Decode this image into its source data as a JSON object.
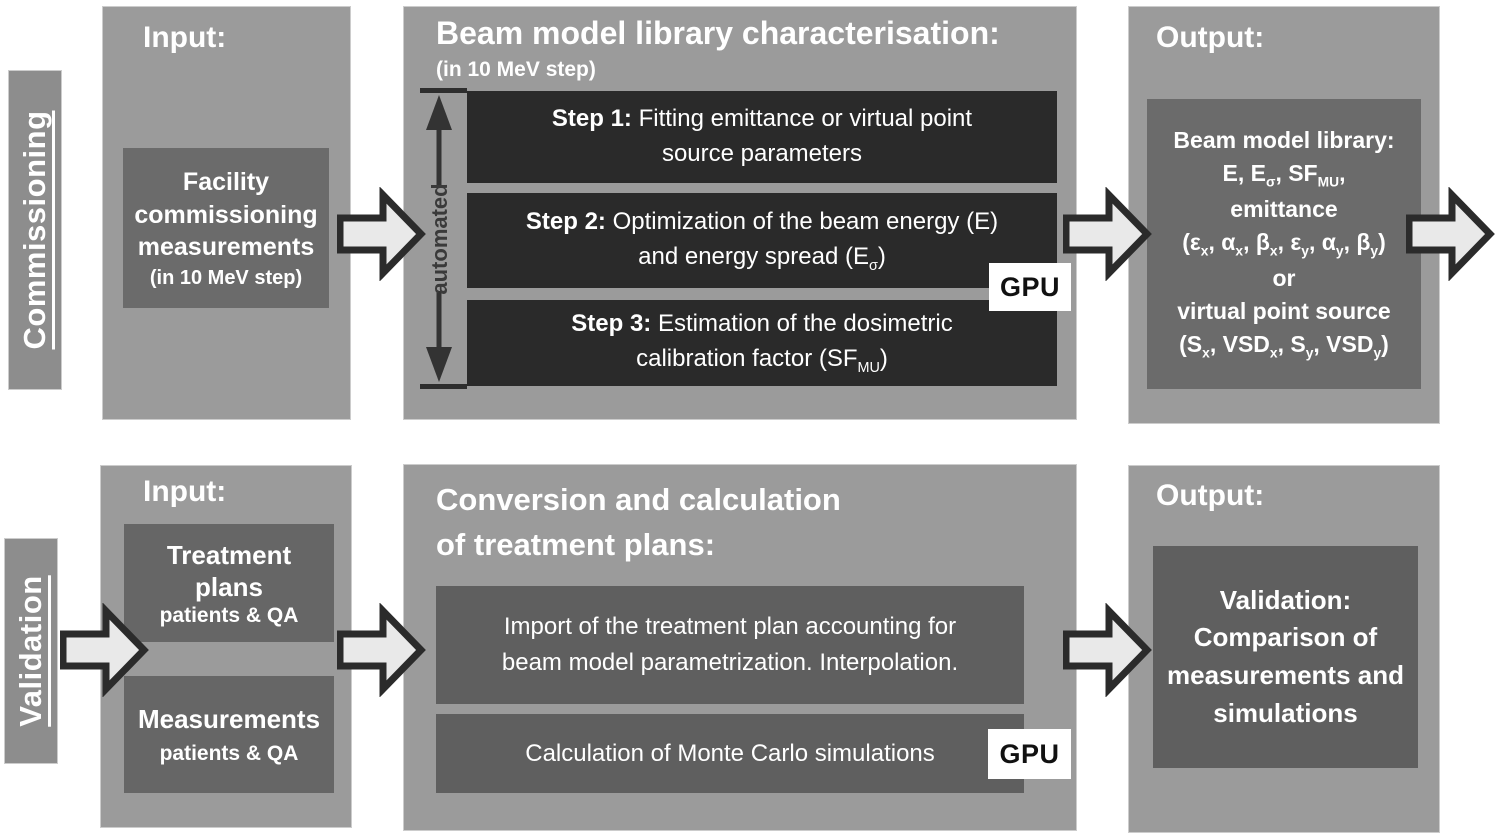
{
  "colors": {
    "background": "#ffffff",
    "panel_gray": "#9b9b9b",
    "side_bar_gray": "#8d8d8d",
    "inner_box_medium_gray": "#6b6b6b",
    "inner_box_dark_gray": "#5f5f5f",
    "step_box_near_black": "#2a2a2a",
    "arrow_fill": "#e9e9e9",
    "arrow_stroke": "#2b2b2b",
    "gpu_badge_bg": "#ffffff",
    "gpu_badge_text": "#111111",
    "text_light": "#ffffff",
    "automated_text": "#3a3a3a"
  },
  "commissioning": {
    "side_label": "Commissioning",
    "input": {
      "title": "Input:",
      "box_main": "Facility\ncommissioning\nmeasurements",
      "box_note": "(in 10 MeV step)"
    },
    "process": {
      "title": "Beam model library characterisation:",
      "subtitle": "(in 10 MeV step)",
      "automated_label": "automated",
      "steps": [
        "**Step 1:** Fitting emittance or virtual point\nsource parameters",
        "**Step 2:** Optimization of the beam energy (E)\nand energy spread (E{σ})",
        "**Step 3:** Estimation of the dosimetric\ncalibration factor (SF{MU})"
      ],
      "gpu_badge": "GPU"
    },
    "output": {
      "title": "Output:",
      "box_text": "Beam model library:\nE, E{σ}, SF{MU},\nemittance\n(ε{x}, α{x}, β{x}, ε{y}, α{y}, β{y})\nor\nvirtual point source\n(S{x}, VSD{x}, S{y}, VSD{y})"
    }
  },
  "validation": {
    "side_label": "Validation",
    "input": {
      "title": "Input:",
      "boxes": [
        {
          "main": "Treatment\nplans",
          "note": "patients & QA"
        },
        {
          "main": "Measurements",
          "note": "patients & QA"
        }
      ]
    },
    "process": {
      "title": "Conversion and calculation\nof treatment plans:",
      "boxes": [
        "Import of the treatment plan accounting for\nbeam model parametrization. Interpolation.",
        "Calculation of Monte Carlo simulations"
      ],
      "gpu_badge": "GPU"
    },
    "output": {
      "title": "Output:",
      "box_text": "Validation:\nComparison of\nmeasurements and\nsimulations"
    }
  }
}
